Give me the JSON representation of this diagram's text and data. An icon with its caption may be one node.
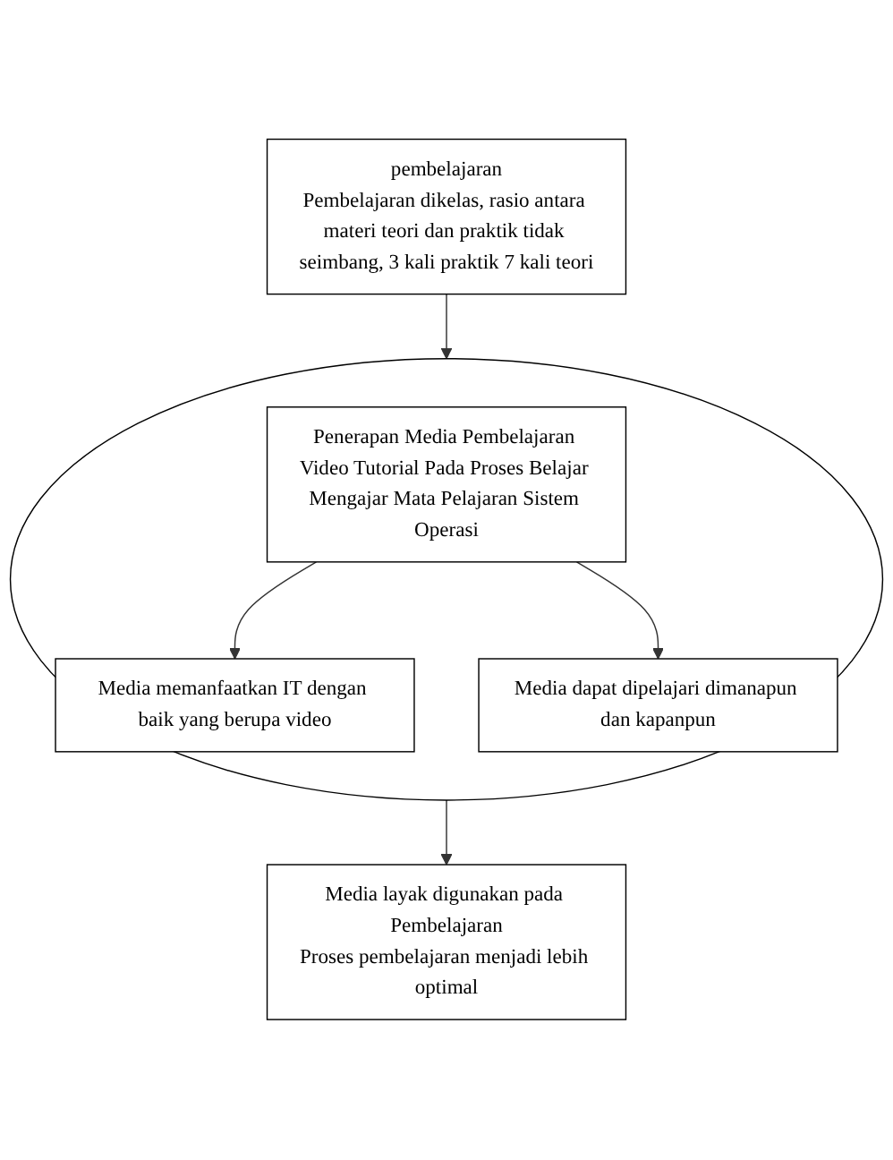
{
  "diagram": {
    "nodes": [
      {
        "text": [
          "pembelajaran",
          "Pembelajaran dikelas, rasio antara materi teori dan praktik tidak seimbang, 3 kali praktik 7 kali teori"
        ]
      },
      {
        "text": [],
        "shape": "ellipse"
      },
      {
        "text": [
          "Penerapan Media Pembelajaran Video Tutorial Pada Proses Belajar Mengajar Mata Pelajaran Sistem Operasi"
        ],
        "in": 1
      },
      {
        "text": [
          "Media memanfaatkan IT dengan baik yang berupa video"
        ],
        "in": 1
      },
      {
        "text": [
          "Media dapat dipelajari dimanapun dan kapanpun"
        ],
        "in": 1
      },
      {
        "text": [
          "Media layak digunakan pada Pembelajaran",
          "Proses pembelajaran menjadi lebih optimal"
        ]
      }
    ],
    "edges": [
      {
        "from": 0,
        "to": 1,
        "arrow": "to"
      },
      {
        "from": 2,
        "to": 3,
        "arrow": "to"
      },
      {
        "from": 2,
        "to": 4,
        "arrow": "to"
      },
      {
        "from": 1,
        "to": 5,
        "arrow": "to"
      }
    ]
  }
}
